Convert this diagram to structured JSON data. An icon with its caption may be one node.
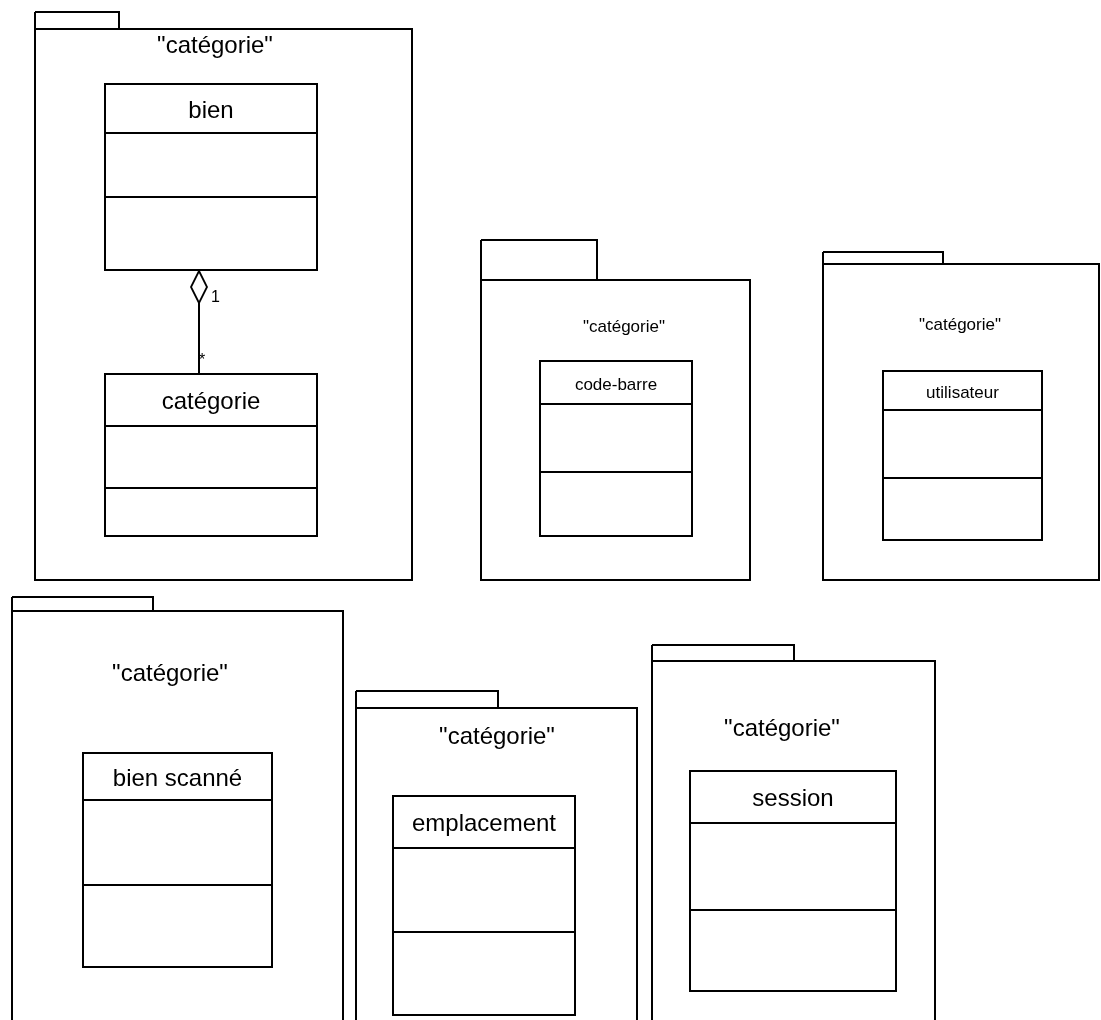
{
  "diagram": {
    "nodes": [
      {
        "text": [
          "\"catégorie\""
        ]
      },
      {
        "text": [
          "bien"
        ],
        "in": 0
      },
      {
        "text": [
          "catégorie"
        ],
        "in": 0
      },
      {
        "text": [
          "\"catégorie\""
        ]
      },
      {
        "text": [
          "code-barre"
        ],
        "in": 3
      },
      {
        "text": [
          "\"catégorie\""
        ]
      },
      {
        "text": [
          "utilisateur"
        ],
        "in": 5
      },
      {
        "text": [
          "\"catégorie\""
        ]
      },
      {
        "text": [
          "bien scanné"
        ],
        "in": 7
      },
      {
        "text": [
          "\"catégorie\""
        ]
      },
      {
        "text": [
          "emplacement"
        ],
        "in": 9
      },
      {
        "text": [
          "\"catégorie\""
        ]
      },
      {
        "text": [
          "session"
        ],
        "in": 11
      }
    ],
    "edges": [
      {
        "from": 1,
        "to": 2,
        "arrow": "other"
      }
    ],
    "labels": [
      "1",
      "*"
    ]
  }
}
